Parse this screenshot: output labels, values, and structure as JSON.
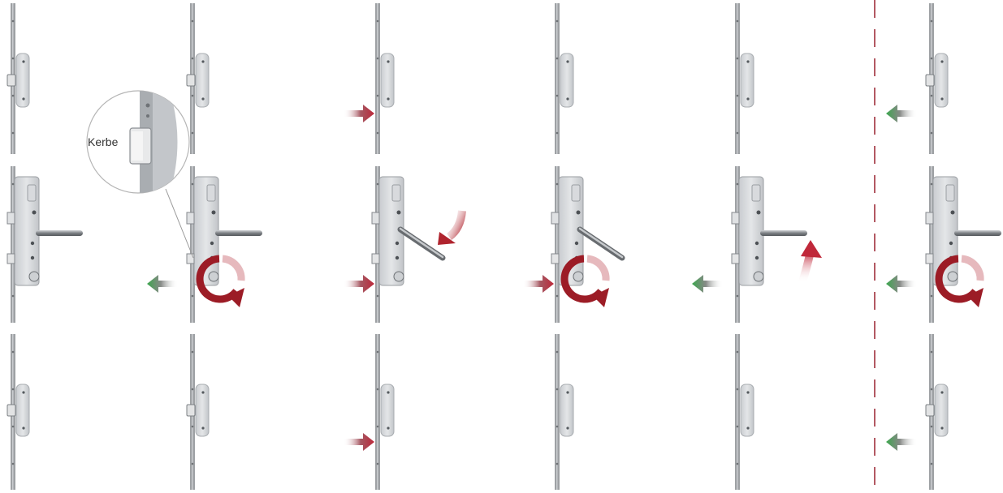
{
  "callout": {
    "label": "Kerbe"
  },
  "colors": {
    "rail": "#9ea1a4",
    "plate": "#d3d6d9",
    "arrow_push": "#c0283a",
    "arrow_pull": "#3aa84c",
    "rotate": "#9c1c26",
    "divider": "#a0303c"
  },
  "stages": [
    {
      "step": 1,
      "handle": "horizontal",
      "arrows": [],
      "rotation": "none"
    },
    {
      "step": 2,
      "handle": "horizontal",
      "arrows": [
        "pull-middle"
      ],
      "rotation": "lock"
    },
    {
      "step": 3,
      "handle": "pressed-down",
      "arrows": [
        "push-top",
        "push-middle",
        "push-bottom"
      ],
      "rotation": "none"
    },
    {
      "step": 4,
      "handle": "pressed-down",
      "arrows": [
        "push-middle"
      ],
      "rotation": "unlock"
    },
    {
      "step": 5,
      "handle": "horizontal",
      "arrows": [
        "pull-middle"
      ],
      "rotation": "none"
    },
    {
      "step": 6,
      "handle": "horizontal",
      "arrows": [
        "pull-top",
        "pull-middle",
        "pull-bottom"
      ],
      "rotation": "lock"
    }
  ]
}
